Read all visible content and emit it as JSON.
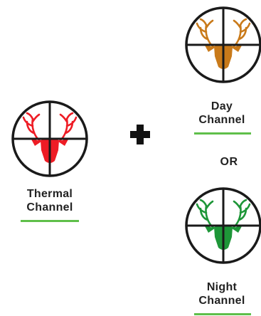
{
  "thermal": {
    "line1": "Thermal",
    "line2": "Channel",
    "icon_color": "#ee1c25",
    "underline_color": "#5fbf4a"
  },
  "day": {
    "line1": "Day",
    "line2": "Channel",
    "icon_color": "#c97a1a",
    "underline_color": "#5fbf4a"
  },
  "night": {
    "line1": "Night",
    "line2": "Channel",
    "icon_color": "#1e9638",
    "underline_color": "#5fbf4a"
  },
  "operators": {
    "plus_icon": "plus-icon",
    "or_label": "OR"
  },
  "colors": {
    "reticle": "#1a1a1a",
    "text": "#222222"
  }
}
